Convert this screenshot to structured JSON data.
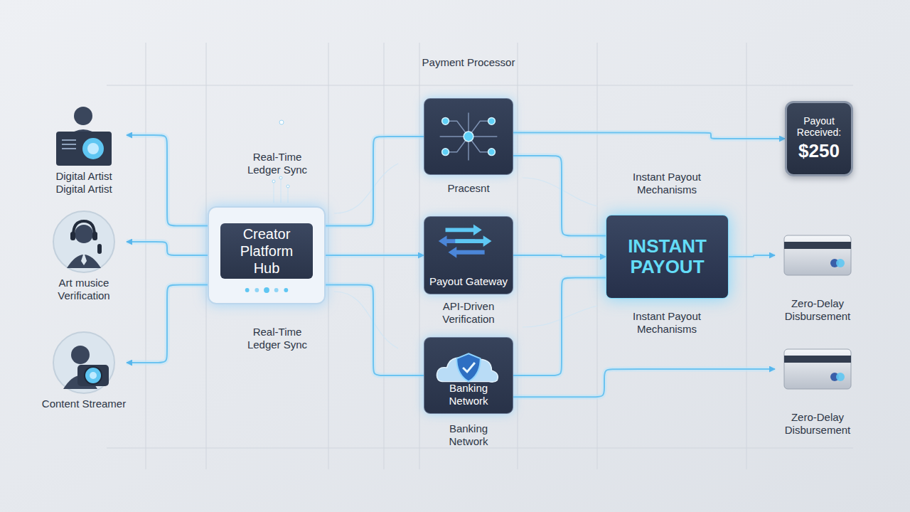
{
  "diagram": {
    "nodes": [
      {
        "text": [
          "Digital Artist Digital Artist"
        ]
      },
      {
        "text": [
          "Art musice Verification"
        ]
      },
      {
        "text": [
          "Content Streamer"
        ]
      },
      {
        "text": [
          "Creator Platform Hub"
        ]
      },
      {
        "text": [
          "Payment Processor"
        ]
      },
      {
        "text": [
          "Payout Gateway"
        ]
      },
      {
        "text": [
          "Banking Network"
        ]
      },
      {
        "text": [
          "INSTANT PAYOUT"
        ]
      },
      {
        "text": [
          "Payout Received:",
          "$250"
        ]
      },
      {
        "text": [
          "Zero-Delay Disbursement"
        ]
      },
      {
        "text": [
          "Zero-Delay Disbursement"
        ]
      }
    ],
    "edges": [
      {
        "from": 3,
        "to": 0,
        "arrow": "to"
      },
      {
        "from": 3,
        "to": 1,
        "arrow": "to"
      },
      {
        "from": 3,
        "to": 2,
        "arrow": "to"
      },
      {
        "from": 3,
        "to": 4,
        "arrow": "none"
      },
      {
        "from": 3,
        "to": 5,
        "arrow": "to"
      },
      {
        "from": 3,
        "to": 6,
        "arrow": "none"
      },
      {
        "from": 4,
        "to": 8,
        "arrow": "to"
      },
      {
        "from": 4,
        "to": 7,
        "arrow": "none"
      },
      {
        "from": 5,
        "to": 7,
        "arrow": "to"
      },
      {
        "from": 6,
        "to": 7,
        "arrow": "none"
      },
      {
        "from": 6,
        "to": 10,
        "arrow": "to"
      },
      {
        "from": 7,
        "to": 9,
        "arrow": "to"
      }
    ],
    "labels": [
      "Real-Time Ledger Sync",
      "Real-Time Ledger Sync",
      "Pracesnt",
      "API-Driven Verification",
      "Banking Network",
      "Instant Payout Mechanisms",
      "Instant Payout Mechanisms"
    ]
  }
}
